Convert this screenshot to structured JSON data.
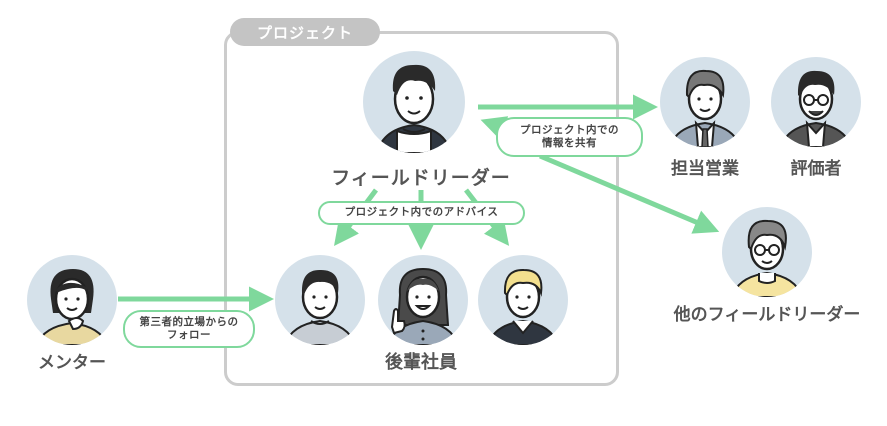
{
  "project": {
    "tab_label": "プロジェクト"
  },
  "nodes": {
    "field_leader": {
      "label": "フィールドリーダー"
    },
    "juniors": {
      "label": "後輩社員"
    },
    "mentor": {
      "label": "メンター"
    },
    "sales": {
      "label": "担当営業"
    },
    "evaluator": {
      "label": "評価者"
    },
    "other_leader": {
      "label": "他のフィールドリーダー"
    }
  },
  "edges": {
    "share_info": {
      "line1": "プロジェクト内での",
      "line2": "情報を共有"
    },
    "advice": {
      "label": "プロジェクト内でのアドバイス"
    },
    "follow": {
      "line1": "第三者的立場からの",
      "line2": "フォロー"
    }
  },
  "colors": {
    "arrow": "#7fd89c",
    "avatar_bg": "#d5e1ea",
    "border": "#cccccc",
    "label": "#555555"
  }
}
